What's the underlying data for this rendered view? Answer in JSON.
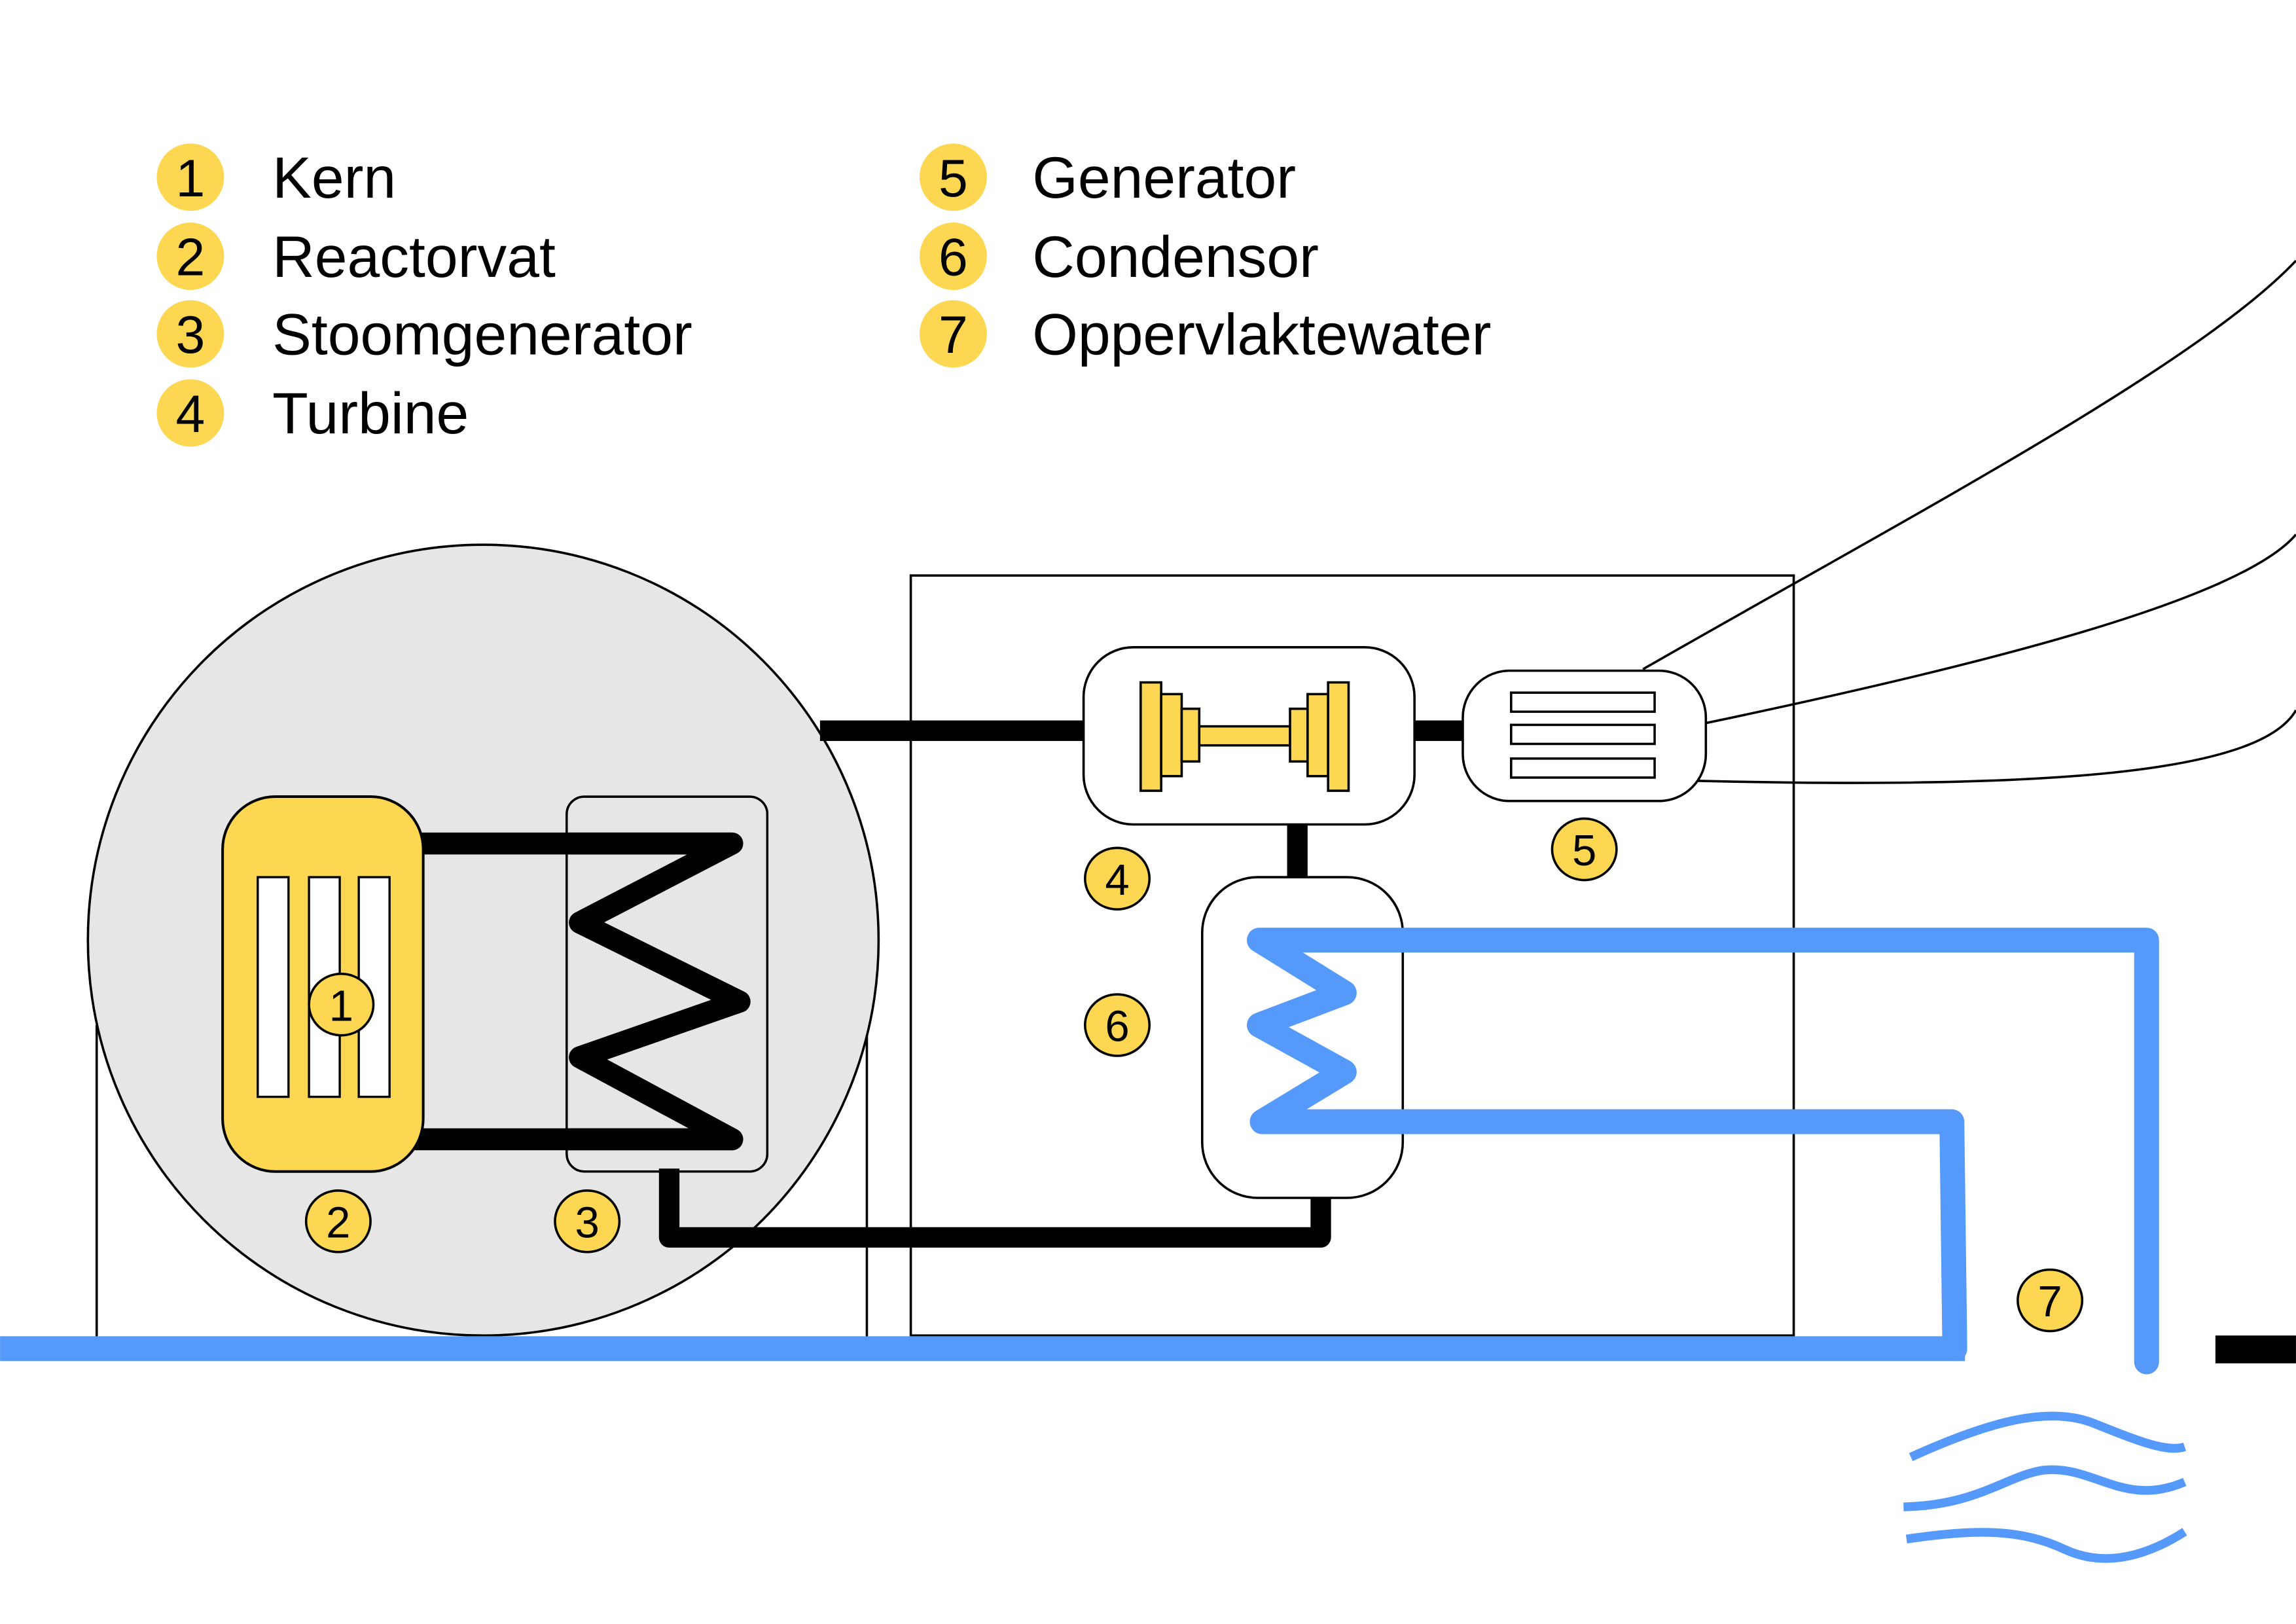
{
  "colors": {
    "accent_yellow": "#FDD752",
    "water_blue": "#5599FA",
    "containment_grey": "#E6E6E6",
    "line_black": "#000000",
    "background": "#FFFFFF"
  },
  "legend": {
    "items": [
      {
        "number": "1",
        "label": "Kern"
      },
      {
        "number": "2",
        "label": "Reactorvat"
      },
      {
        "number": "3",
        "label": "Stoomgenerator"
      },
      {
        "number": "4",
        "label": "Turbine"
      },
      {
        "number": "5",
        "label": "Generator"
      },
      {
        "number": "6",
        "label": "Condensor"
      },
      {
        "number": "7",
        "label": "Oppervlaktewater"
      }
    ]
  },
  "diagram": {
    "markers": {
      "core": "1",
      "reactor_vessel": "2",
      "steam_generator": "3",
      "turbine": "4",
      "generator": "5",
      "condenser": "6",
      "surface_water": "7"
    },
    "icons": {
      "fuel_rods": "fuel-rods-icon",
      "turbine": "turbine-rotor-icon",
      "generator": "generator-coils-icon",
      "power_lines": "power-line-icon",
      "water": "water-waves-icon"
    }
  }
}
